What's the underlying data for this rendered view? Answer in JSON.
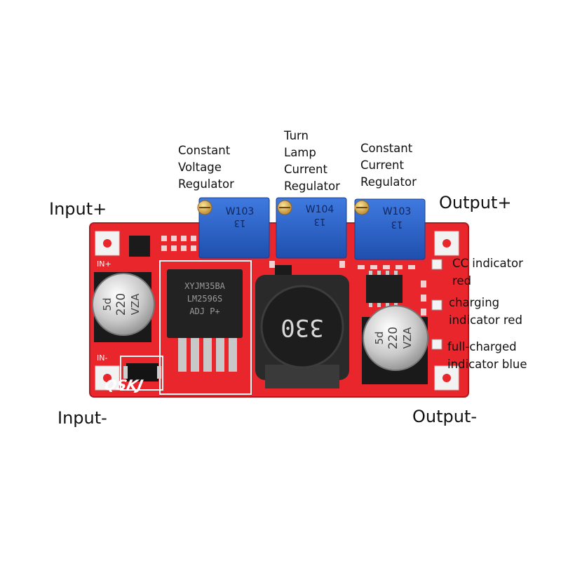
{
  "labels": {
    "input_plus": "Input+",
    "input_minus": "Input-",
    "output_plus": "Output+",
    "output_minus": "Output-",
    "cv_regulator": "Constant\nVoltage\nRegulator",
    "turn_lamp_regulator": "Turn\nLamp\nCurrent\nRegulator",
    "cc_regulator": "Constant\nCurrent\nRegulator",
    "cc_indicator": "CC indicator\nred",
    "charging_indicator": "charging\nindicator red",
    "full_charged_indicator": "full-charged\nindicator blue"
  },
  "board": {
    "pot_left": {
      "code": "W103",
      "sub": "13"
    },
    "pot_middle": {
      "code": "W104",
      "sub": "13"
    },
    "pot_right": {
      "code": "W103",
      "sub": "13"
    },
    "cap_left": {
      "line1": "5d",
      "line2": "220",
      "line3": "VZA"
    },
    "cap_right": {
      "line1": "5d",
      "line2": "220",
      "line3": "VZA"
    },
    "inductor": "330",
    "ic": {
      "line1": "XYJM35BA",
      "line2": "LM2596S",
      "line3": "ADJ P+"
    },
    "brand": "QSKJ",
    "pad_in_plus": "IN+",
    "pad_in_minus": "IN-"
  },
  "colors": {
    "pcb": "#e8262c",
    "pot_blue": "#2a62c9",
    "brass": "#d4a43a"
  }
}
